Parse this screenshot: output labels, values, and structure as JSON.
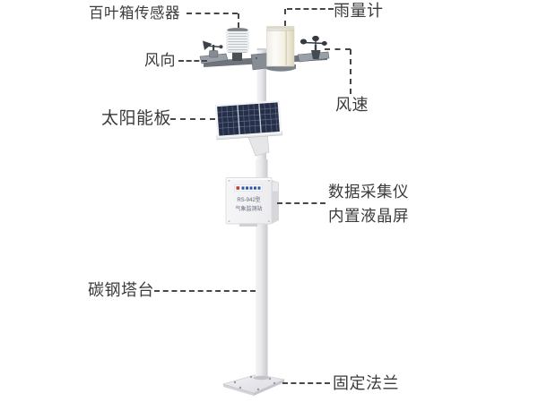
{
  "labels": {
    "louver_sensor": "百叶箱传感器",
    "rain_gauge": "雨量计",
    "wind_direction": "风向",
    "wind_speed": "风速",
    "solar_panel": "太阳能板",
    "data_logger": "数据采集仪",
    "lcd_screen": "内置液晶屏",
    "steel_tower": "碳钢塔台",
    "flange": "固定法兰"
  },
  "device_box": {
    "model_line": "RS-942型",
    "name_line": "气象监测站"
  },
  "colors": {
    "background": "#ffffff",
    "label_text": "#3b3b3b",
    "leader_line": "#474747",
    "solar_panel_cells": "#27314a",
    "pole": "#e8e8eb",
    "arm_metal": "#6e747b",
    "logo_red": "#c63a2e",
    "logo_blue": "#2e57a6"
  }
}
